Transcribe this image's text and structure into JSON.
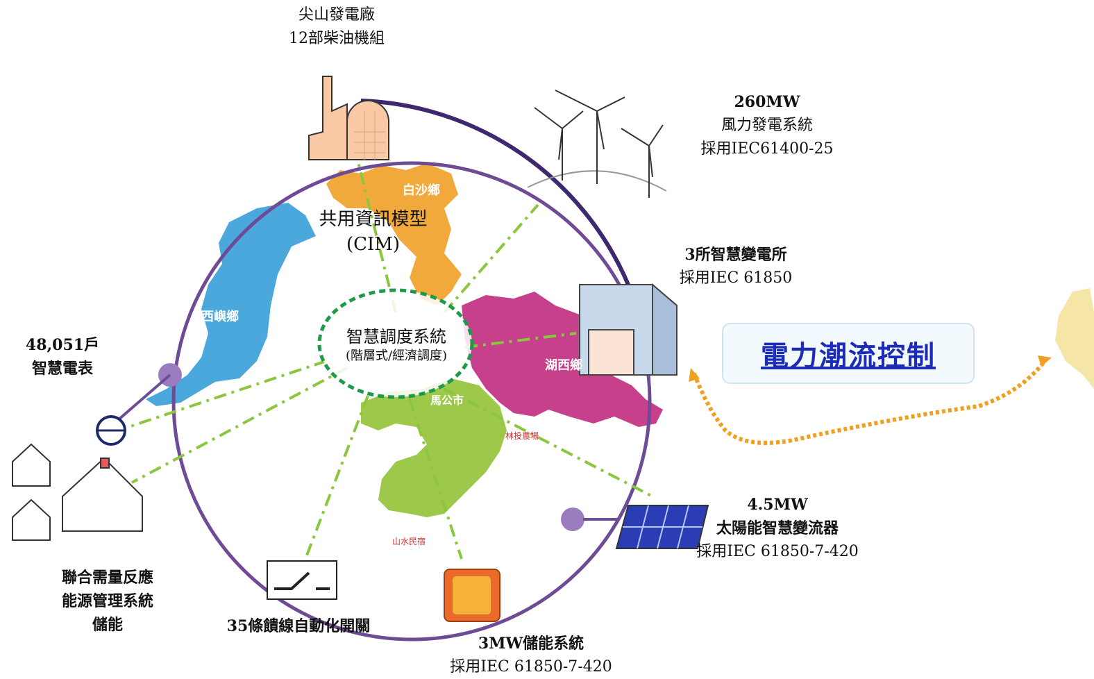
{
  "power_plant": {
    "name": "尖山發電廠",
    "detail": "12部柴油機組"
  },
  "wind": {
    "capacity": "260MW",
    "name": "風力發電系統",
    "standard": "採用IEC61400-25"
  },
  "substation": {
    "name": "3所智慧變電所",
    "standard": "採用IEC 61850"
  },
  "flow_control": {
    "label": "電力潮流控制"
  },
  "cim": {
    "line1": "共用資訊模型",
    "line2": "(CIM)"
  },
  "dispatch": {
    "title": "智慧調度系統",
    "subtitle": "(階層式/經濟調度)"
  },
  "meters": {
    "count": "48,051戶",
    "name": "智慧電表"
  },
  "demand_response": {
    "line1": "聯合需量反應",
    "line2": "能源管理系統",
    "line3": "儲能"
  },
  "feeder": {
    "label": "35條饋線自動化開關"
  },
  "storage": {
    "name": "3MW儲能系統",
    "standard": "採用IEC 61850-7-420"
  },
  "solar": {
    "capacity": "4.5MW",
    "name": "太陽能智慧變流器",
    "standard": "採用IEC 61850-7-420"
  },
  "map_labels": {
    "baisha": "白沙鄉",
    "xiyu": "西嶼鄉",
    "huxi": "湖西鄉",
    "magong": "馬公市",
    "linbao": "林投農場",
    "shanshui": "山水民宿"
  },
  "colors": {
    "ring": "#6e4c95",
    "dispatch_circle": "#1f9a4a",
    "dashed_links": "#8cc63f",
    "baisha": "#f2a93b",
    "xiyu": "#4aa8dc",
    "huxi": "#c7408c",
    "magong": "#9dc84a",
    "flow_title": "#1c2bb8",
    "flow_arrow": "#f0a020"
  }
}
